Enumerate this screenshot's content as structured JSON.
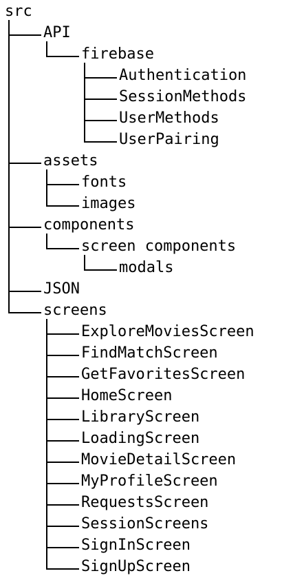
{
  "tree": {
    "label": "src",
    "children": [
      {
        "label": "API",
        "children": [
          {
            "label": "firebase",
            "children": [
              {
                "label": "Authentication"
              },
              {
                "label": "SessionMethods"
              },
              {
                "label": "UserMethods"
              },
              {
                "label": "UserPairing"
              }
            ]
          }
        ]
      },
      {
        "label": "assets",
        "children": [
          {
            "label": "fonts"
          },
          {
            "label": "images"
          }
        ]
      },
      {
        "label": "components",
        "children": [
          {
            "label": "screen components",
            "children": [
              {
                "label": "modals"
              }
            ]
          }
        ]
      },
      {
        "label": "JSON"
      },
      {
        "label": "screens",
        "children": [
          {
            "label": "ExploreMoviesScreen"
          },
          {
            "label": "FindMatchScreen"
          },
          {
            "label": "GetFavoritesScreen"
          },
          {
            "label": "HomeScreen"
          },
          {
            "label": "LibraryScreen"
          },
          {
            "label": "LoadingScreen"
          },
          {
            "label": "MovieDetailScreen"
          },
          {
            "label": "MyProfileScreen"
          },
          {
            "label": "RequestsScreen"
          },
          {
            "label": "SessionScreens"
          },
          {
            "label": "SignInScreen"
          },
          {
            "label": "SignUpScreen"
          }
        ]
      }
    ]
  }
}
